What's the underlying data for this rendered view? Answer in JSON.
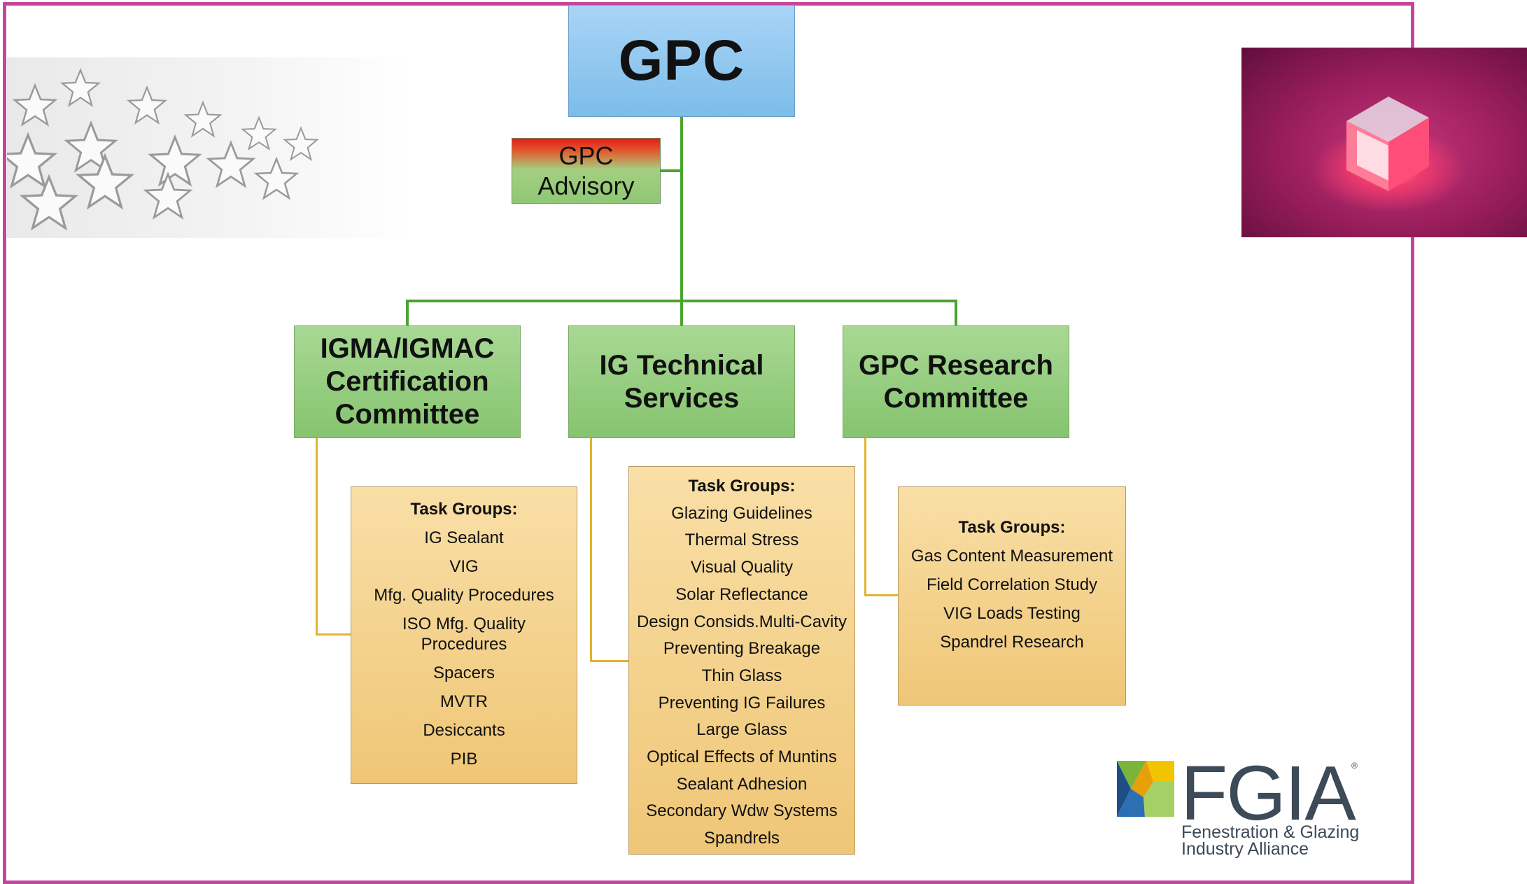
{
  "diagram": {
    "top": "GPC",
    "advisory": {
      "line1": "GPC",
      "line2": "Advisory"
    },
    "committees": [
      {
        "line1": "IGMA/IGMAC",
        "line2": "Certification",
        "line3": "Committee"
      },
      {
        "line1": "IG Technical",
        "line2": "Services"
      },
      {
        "line1": "GPC Research",
        "line2": "Committee"
      }
    ],
    "task_groups_label": "Task Groups:",
    "certification_tasks": [
      "IG Sealant",
      "VIG",
      "Mfg. Quality Procedures",
      "ISO Mfg. Quality",
      "Procedures",
      "Spacers",
      "MVTR",
      "Desiccants",
      "PIB"
    ],
    "technical_tasks": [
      "Glazing Guidelines",
      "Thermal Stress",
      "Visual Quality",
      "Solar Reflectance",
      "Design Consids.Multi-Cavity",
      "Preventing Breakage",
      "Thin Glass",
      "Preventing IG Failures",
      "Large Glass",
      "Optical Effects of Muntins",
      "Sealant Adhesion",
      "Secondary Wdw Systems",
      "Spandrels"
    ],
    "research_tasks": [
      "Gas Content Measurement",
      "Field Correlation Study",
      "VIG Loads Testing",
      "Spandrel Research"
    ]
  },
  "logo": {
    "wordmark": "FGIA",
    "registered": "®",
    "tagline1": "Fenestration & Glazing",
    "tagline2": "Industry Alliance"
  },
  "colors": {
    "frame": "#c4469c",
    "connector_green": "#4aa52e",
    "connector_gold": "#e2b32b",
    "top_box": "#7cbdea",
    "committee_box": "#86c46f",
    "task_box": "#efc676"
  },
  "images": {
    "left": "silver-stars-image",
    "right": "glowing-crystal-cube-image"
  }
}
